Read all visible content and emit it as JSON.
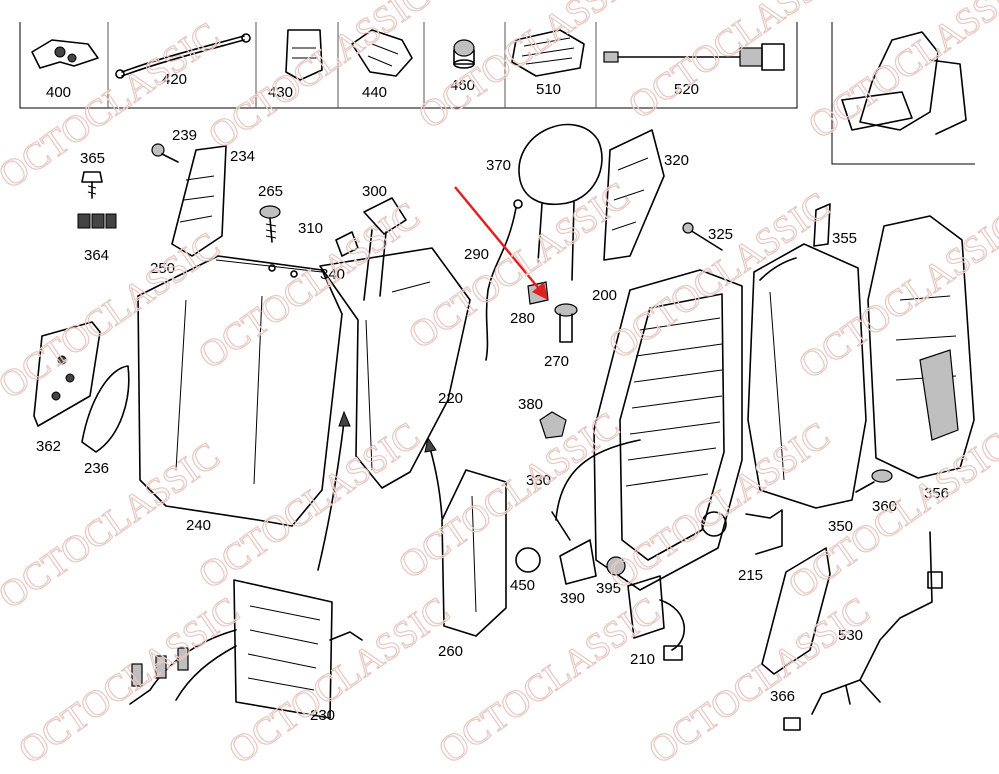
{
  "watermark": "OCTOCLASSIC",
  "colors": {
    "arrow": "#e02020",
    "watermark": "#e7c9c3",
    "line": "#000000"
  },
  "header_labels": [
    "400",
    "420",
    "430",
    "440",
    "460",
    "510",
    "520"
  ],
  "labels": {
    "p365": "365",
    "p239": "239",
    "p234": "234",
    "p364": "364",
    "p265": "265",
    "p250": "250",
    "p300": "300",
    "p310": "310",
    "p340": "340",
    "p370": "370",
    "p290": "290",
    "p280": "280",
    "p270": "270",
    "p320": "320",
    "p325": "325",
    "p355": "355",
    "p200": "200",
    "p362": "362",
    "p236": "236",
    "p240": "240",
    "p220": "220",
    "p380": "380",
    "p330": "330",
    "p360": "360",
    "p356": "356",
    "p350": "350",
    "p450": "450",
    "p390": "390",
    "p395": "395",
    "p215": "215",
    "p260": "260",
    "p210": "210",
    "p530": "530",
    "p366": "366",
    "p230": "230"
  }
}
